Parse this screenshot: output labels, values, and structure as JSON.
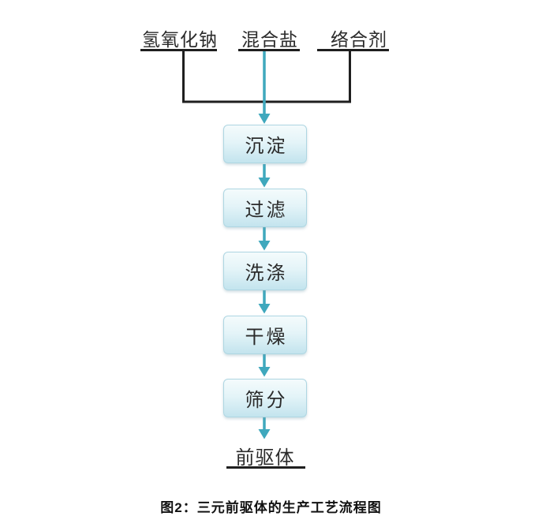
{
  "colors": {
    "bg": "#ffffff",
    "line": "#1f1f1f",
    "arrow": "#3fa8bd",
    "box_border": "#aed6e2",
    "box_top": "#f4fbfc",
    "box_bottom": "#c3e4ee",
    "text": "#2b2b2b"
  },
  "flowchart": {
    "inputs": [
      {
        "label": "氢氧化钠"
      },
      {
        "label": "混合盐"
      },
      {
        "label": "络合剂"
      }
    ],
    "steps": [
      {
        "label": "沉淀"
      },
      {
        "label": "过滤"
      },
      {
        "label": "洗涤"
      },
      {
        "label": "干燥"
      },
      {
        "label": "筛分"
      }
    ],
    "output": {
      "label": "前驱体"
    },
    "caption": "图2：三元前驱体的生产工艺流程图"
  }
}
